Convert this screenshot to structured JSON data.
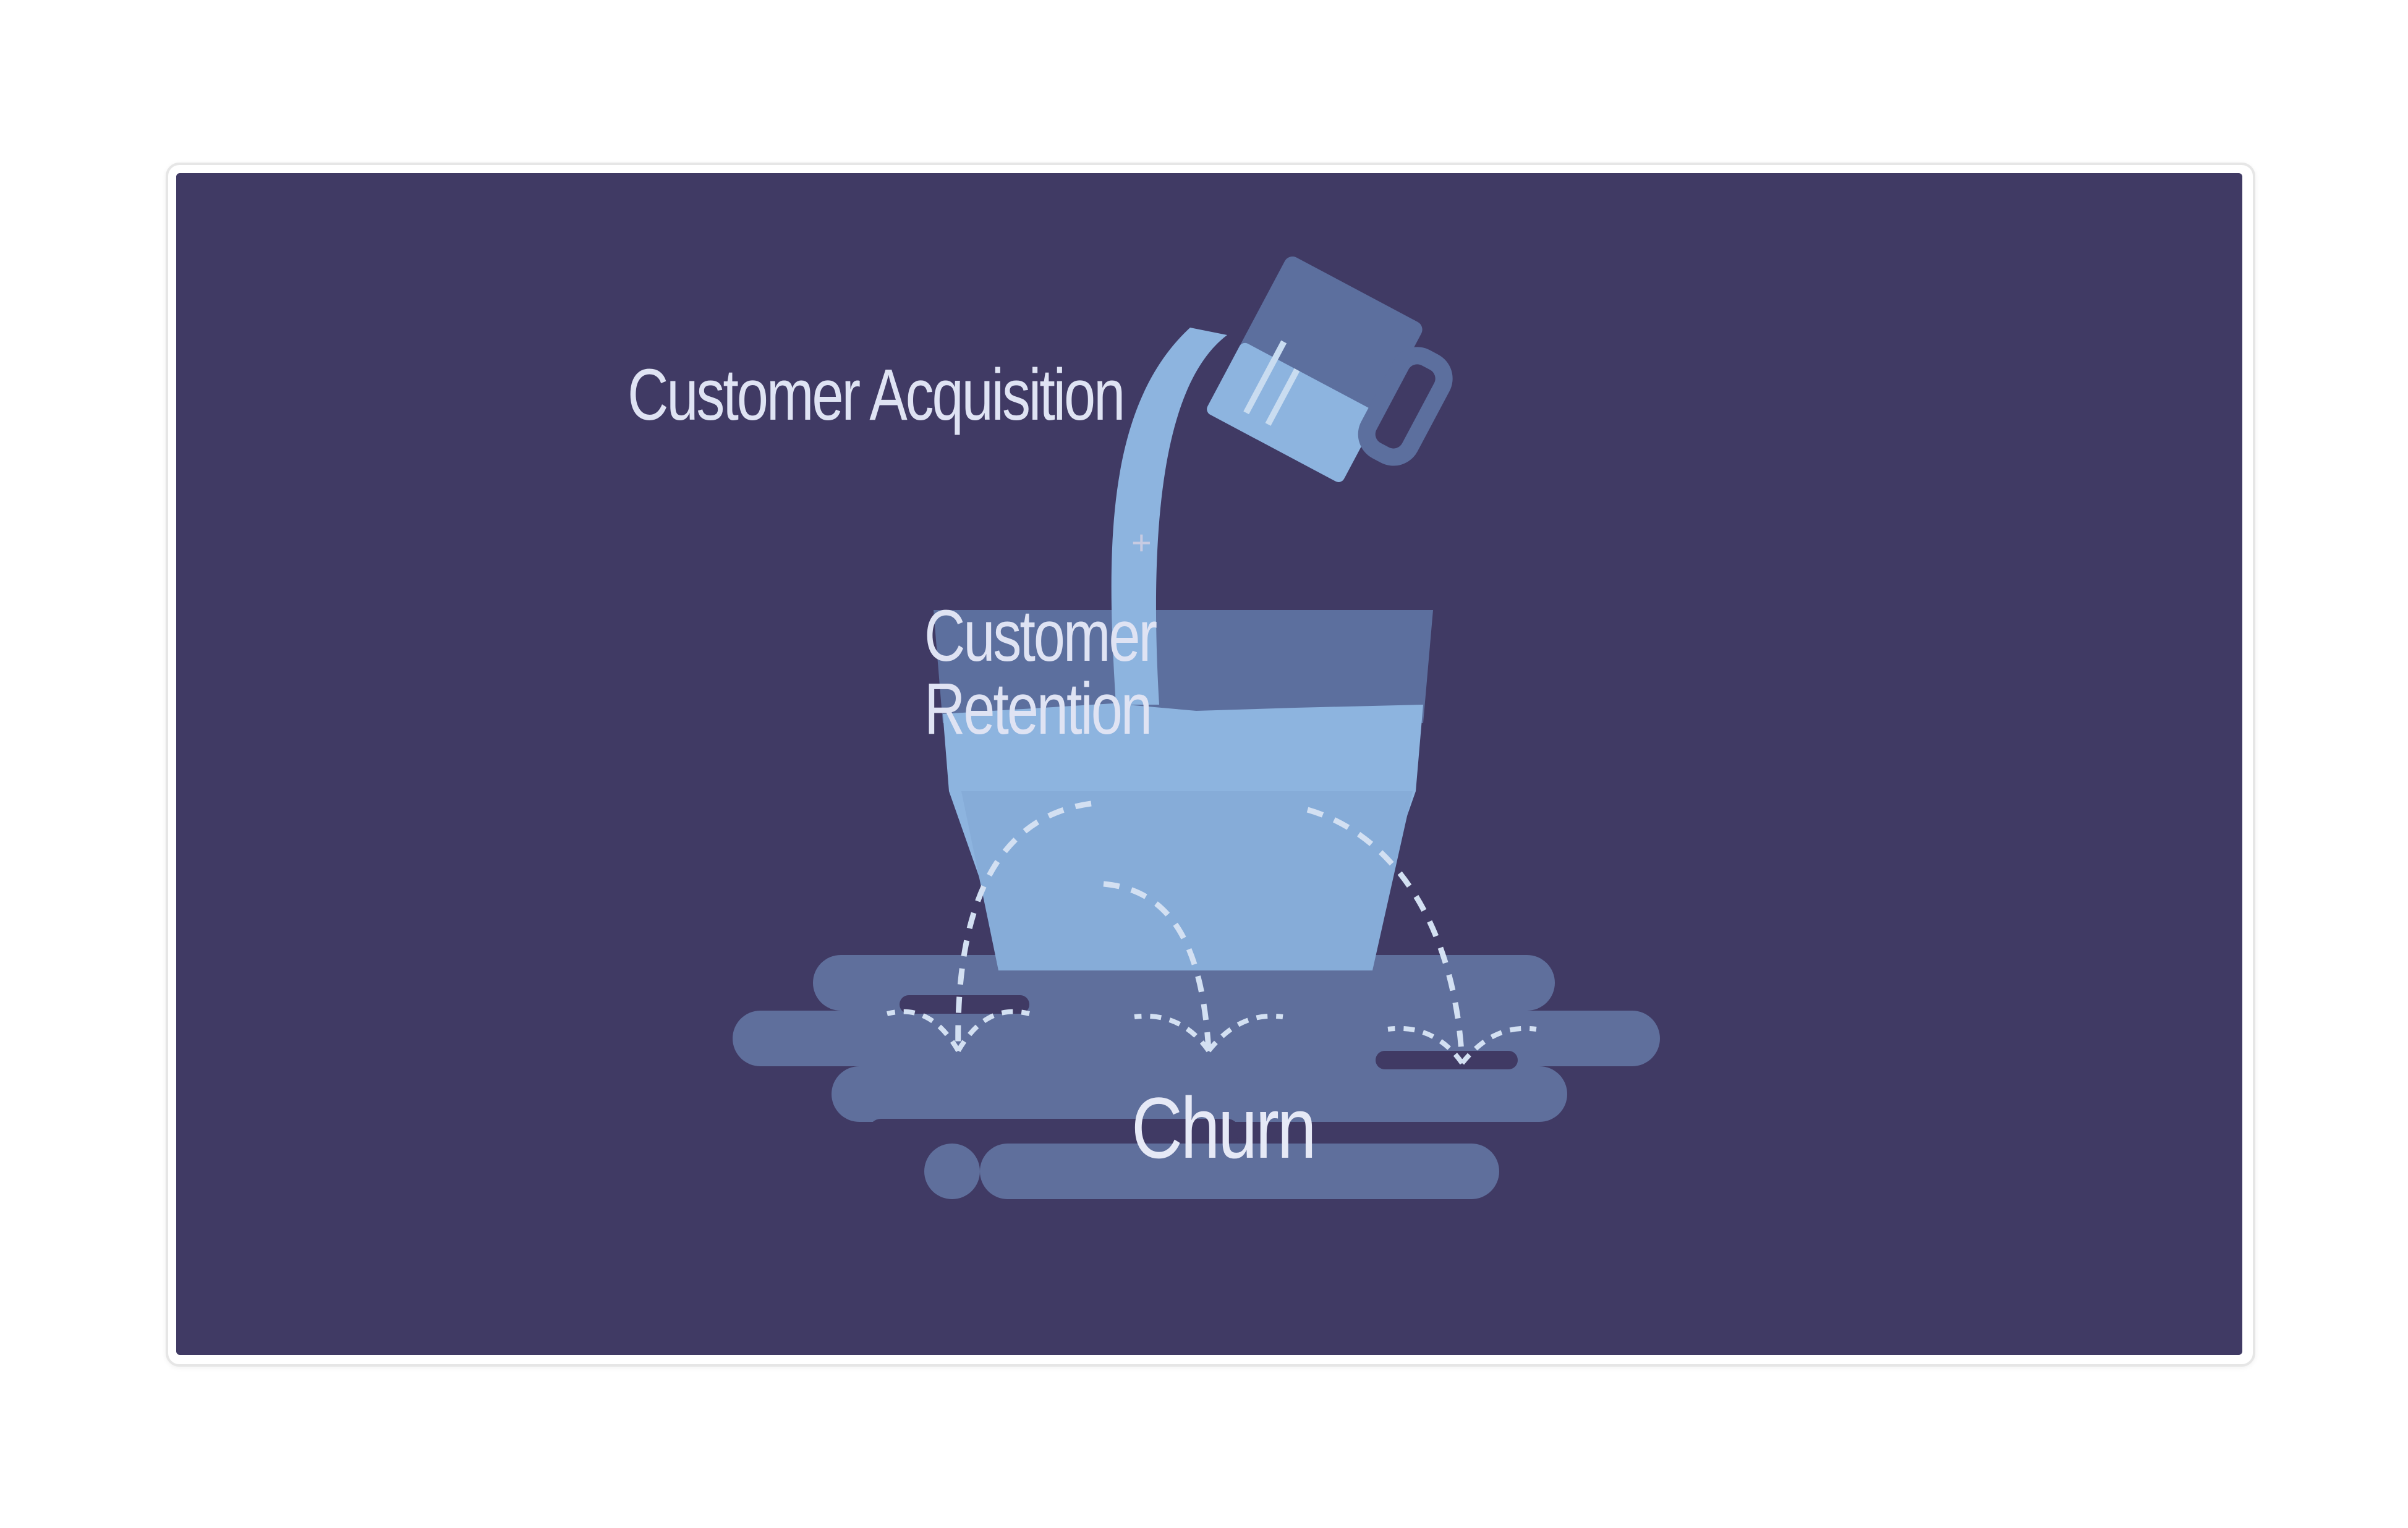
{
  "labels": {
    "acquisition": "Customer Acquisition",
    "plus": "+",
    "retention_line1": "Customer",
    "retention_line2": "Retention",
    "churn": "Churn"
  },
  "colors": {
    "background": "#403a64",
    "water": "#8db4df",
    "bucket_dark": "#5c6f9e",
    "puddle": "#5f6f9c",
    "text": "#dfe3f3"
  }
}
